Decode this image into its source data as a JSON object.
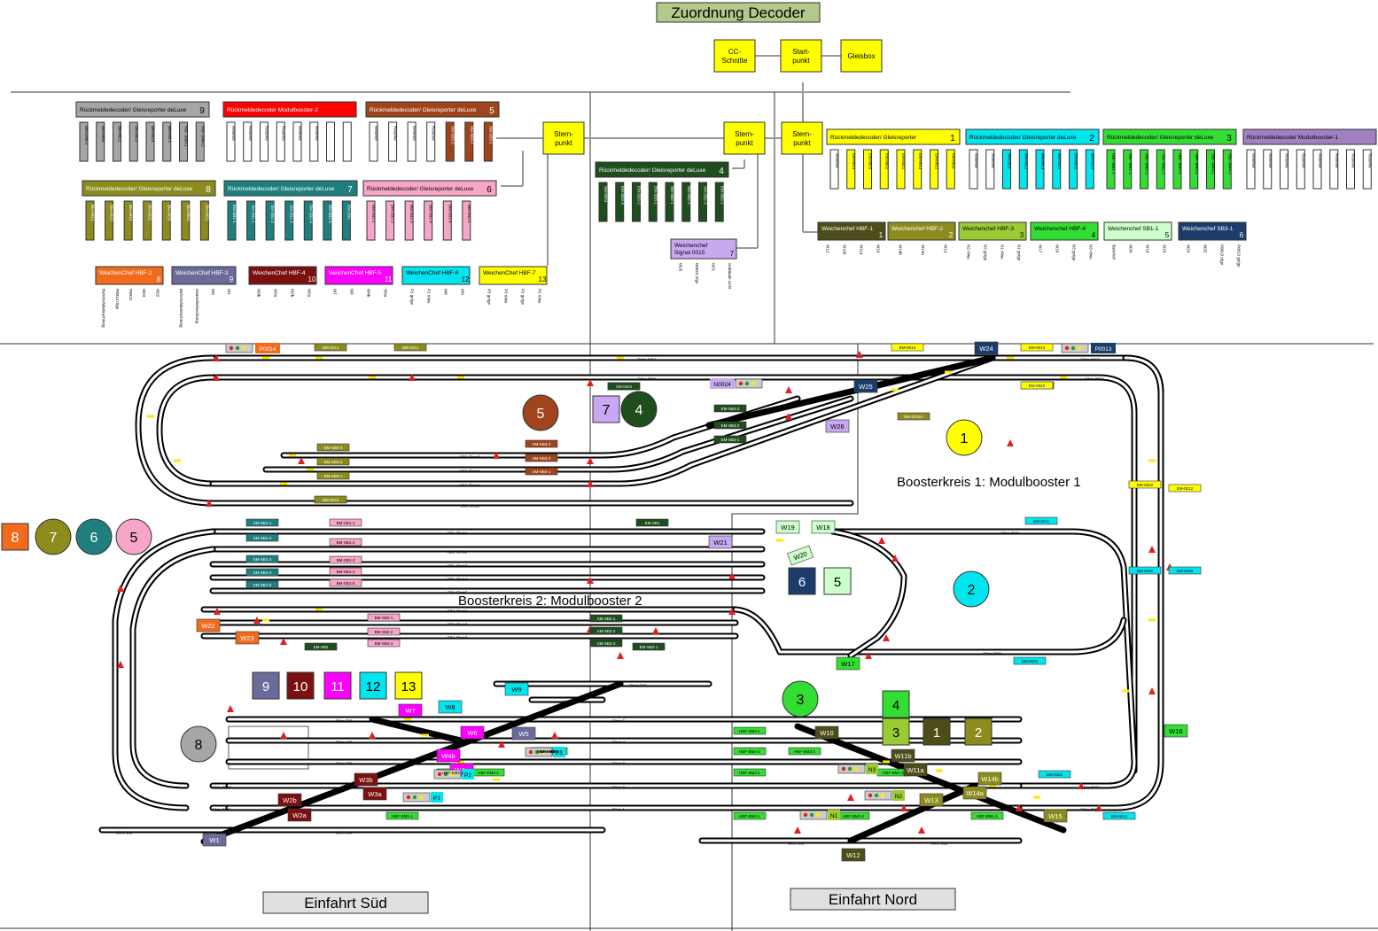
{
  "title": "Zuordnung Decoder",
  "colors": {
    "title_bg": "#b3c98a",
    "yellow": "#ffff00",
    "gray_dec": "#a6a6a6",
    "red_dec": "#ff0000",
    "brown_dec": "#a0451b",
    "olive_dec": "#8c8c1e",
    "teal_dec": "#1f7f7f",
    "pink_dec": "#f7a6c8",
    "dkgreen_dec": "#1e4d1e",
    "cyan_dec": "#00e5ee",
    "green_dec": "#33dd33",
    "purple_dec": "#a080c0",
    "lilac_dec": "#c8a8f0",
    "orange_dec": "#f26b1d",
    "slate_dec": "#6b6b9b",
    "maroon_dec": "#7b1010",
    "magenta_dec": "#ff00ff",
    "navy_dec": "#1a3d6b",
    "paleGreen_dec": "#ccffcc",
    "darkOlive_dec": "#4d4d1a",
    "lime_dec": "#99cc33"
  },
  "top_boxes": [
    {
      "id": "cc",
      "label": "CC-\nSchnitte"
    },
    {
      "id": "start",
      "label": "Start-\npunkt"
    },
    {
      "id": "gleisbox",
      "label": "Gleisbox"
    },
    {
      "id": "stern1",
      "label": "Stern-\npunkt"
    },
    {
      "id": "stern2",
      "label": "Stern-\npunkt"
    },
    {
      "id": "stern3",
      "label": "Stern-\npunkt"
    }
  ],
  "decoders": [
    {
      "id": "d9",
      "label": "Rückmeldedecoder/ Gleisreporter deLuxe",
      "num": "9",
      "color": "gray_dec",
      "pins": [
        "BM-EM0-1",
        "BM-0004",
        "BM-0012",
        "BM-0013",
        "BM-0014",
        "BM-EM-1",
        "HBF-BM0-1",
        "HBF-BM0-2"
      ]
    },
    {
      "id": "dmb2",
      "label": "Rückmeldedecoder Modulbooster-2",
      "num": "",
      "color": "red_dec",
      "pins": [
        "Reserve",
        "Reserve",
        "Reserve",
        "Reserve",
        "Reserve",
        "Reserve",
        "",
        ""
      ]
    },
    {
      "id": "d5",
      "label": "Rückmeldedecoder/ Gleisreporter deLuxe",
      "num": "5",
      "color": "brown_dec",
      "pins": [
        "Reserve",
        "Reserve",
        "Reserve",
        "Reserve",
        "SM-SB3-3",
        "SM-SB3-2",
        "SM-SB3-1"
      ]
    },
    {
      "id": "d8",
      "label": "Rückmeldedecoder/ Gleisreporter deLuxe",
      "num": "8",
      "color": "olive_dec",
      "pins": [
        "BM-0014",
        "BM-0013",
        "BM-0012",
        "BM-0022",
        "BM-0023",
        "BM-0024",
        "BM-0021"
      ]
    },
    {
      "id": "d7",
      "label": "Rückmeldedecoder/ Gleisreporter deLuxe",
      "num": "7",
      "color": "teal_dec",
      "pins": [
        "EM-SB1-1",
        "SM-SB1-1",
        "SM-SB1-2",
        "SM-SB1-3",
        "SM-SB1-4",
        "SM-SB1-5",
        "EM-SB2"
      ]
    },
    {
      "id": "d6",
      "label": "Rückmeldedecoder/ Gleisreporter deLuxe",
      "num": "6",
      "color": "pink_dec",
      "pins": [
        "BM-SB1-1",
        "BM-SB1-2",
        "BM-SB1-3",
        "BM-SB1-4",
        "BM-SB1-5",
        "BM-SB2-1"
      ]
    },
    {
      "id": "d4",
      "label": "Rückmeldedecoder/ Gleisreporter deLuxe",
      "num": "4",
      "color": "dkgreen_dec",
      "pins": [
        "SM-0024",
        "EM-SB3-3",
        "EM-SB3-2",
        "EM-SB3-1",
        "SM-SB2-1",
        "SM-SB2-2",
        "SM-SB2-3",
        "EM-SB2-1"
      ]
    },
    {
      "id": "d1",
      "label": "Rückmeldedecoder/ Gleisreporter",
      "num": "1",
      "color": "yellow",
      "pins": [
        "Reserve",
        "EM-0014",
        "EM-0023",
        "EM-0022",
        "EM-0021",
        "EM-0013",
        "EM-0012",
        "EM-0011"
      ]
    },
    {
      "id": "d2",
      "label": "Rückmeldedecoder/ Gleisreporter deLuxe",
      "num": "2",
      "color": "cyan_dec",
      "pins": [
        "Reserve",
        "Reserve",
        "BM-0011",
        "BM-0012",
        "BM-0013",
        "BM-0021",
        "BM-0022",
        "BM-0023"
      ]
    },
    {
      "id": "d3",
      "label": "Rückmeldedecoder/ Gleisreporter deLuxe",
      "num": "3",
      "color": "green_dec",
      "pins": [
        "HBF-BM1-1",
        "HBF-BM1-2",
        "HBF-BM2-1",
        "HBF-BM2-2",
        "HBF-BM3-1",
        "HBF-BM3-2",
        "HBF-BM4-1",
        "HBF-BM4-2"
      ]
    },
    {
      "id": "dmb1",
      "label": "Rückmeldedecoder Modulbooster-1",
      "num": "",
      "color": "purple_dec",
      "pins": [
        "Reserve",
        "Reserve",
        "Reserve",
        "Reserve",
        "Reserve",
        "Reserve",
        "Reserve",
        "Reserve"
      ]
    }
  ],
  "weichenchefs": [
    {
      "id": "wh2",
      "label": "WeichenChef HBF-2",
      "num": "8",
      "color": "orange_dec",
      "pins": [
        "Bahnhofsbeleuchtung",
        "P0014 rt/gn",
        "P0013",
        "W23",
        "W22"
      ]
    },
    {
      "id": "wh3",
      "label": "WeichenChef HBF-3",
      "num": "9",
      "color": "slate_dec",
      "pins": [
        "Bahnhofsbeleuchtung",
        "Häuserbeleuchtung",
        "W5",
        "W1"
      ]
    },
    {
      "id": "wh4",
      "label": "WeichenChef HBF-4",
      "num": "10",
      "color": "maroon_dec",
      "pins": [
        "W3b",
        "W3a",
        "W2b",
        "W2a"
      ]
    },
    {
      "id": "wh5",
      "label": "WeichenChef HBF-5",
      "num": "11",
      "color": "magenta_dec",
      "pins": [
        "W7",
        "W6",
        "W4b",
        "W4a"
      ]
    },
    {
      "id": "wh6",
      "label": "WeichenChef HBF-6",
      "num": "12",
      "color": "cyan_dec",
      "pins": [
        "P1 gn/ge",
        "P1 rt/ws",
        "W8",
        "W9"
      ]
    },
    {
      "id": "wh7",
      "label": "WeichenChef HBF-7",
      "num": "13",
      "color": "yellow",
      "pins": [
        "P3 gn/ge",
        "P3 rt/ws",
        "P2 gn/ge",
        "P2 rt/ws"
      ]
    },
    {
      "id": "ws",
      "label": "Weichenchef Signal 0015",
      "num": "7",
      "color": "lilac_dec",
      "pins": [
        "W26",
        "N0024 rt/gn",
        "W21",
        "Gebäude Licht"
      ]
    },
    {
      "id": "wch1",
      "label": "Weichenchef HBF-1",
      "num": "1",
      "color": "darkOlive_dec",
      "pins": [
        "W12",
        "W11b",
        "W11a",
        "W10"
      ]
    },
    {
      "id": "wch2",
      "label": "Weichenchef HBF-2",
      "num": "2",
      "color": "olive_dec",
      "pins": [
        "W14b",
        "W14a",
        "W13"
      ]
    },
    {
      "id": "wch3",
      "label": "Weichenchef HBF-3",
      "num": "3",
      "color": "lime_dec",
      "pins": [
        "N2 rt/ws",
        "N2 gn/ge",
        "N1 rt/ws",
        "N1 gn/ge"
      ]
    },
    {
      "id": "wch4",
      "label": "Weichenchef HBF-4",
      "num": "4",
      "color": "green_dec",
      "pins": [
        "W17",
        "W16",
        "N3 gn/ge",
        "N3 rt/ws"
      ]
    },
    {
      "id": "wsb1",
      "label": "Weichenchef SB1-1",
      "num": "5",
      "color": "paleGreen_dec",
      "pins": [
        "Bahnhof",
        "W20",
        "W19",
        "W18"
      ]
    },
    {
      "id": "wsb3",
      "label": "Weichenchef SB3-1",
      "num": "6",
      "color": "navy_dec",
      "pins": [
        "W24",
        "W25",
        "P0013 rt/gn",
        "P0013 gn/ge"
      ]
    }
  ],
  "circles": [
    {
      "label": "8",
      "color": "orange_dec",
      "shape": "square"
    },
    {
      "label": "7",
      "color": "olive_dec"
    },
    {
      "label": "6",
      "color": "teal_dec"
    },
    {
      "label": "5",
      "color": "pink_dec"
    },
    {
      "label": "5",
      "color": "brown_dec"
    },
    {
      "label": "7",
      "color": "lilac_dec",
      "shape": "square"
    },
    {
      "label": "4",
      "color": "dkgreen_dec"
    },
    {
      "label": "1",
      "color": "yellow"
    },
    {
      "label": "2",
      "color": "cyan_dec"
    },
    {
      "label": "3",
      "color": "green_dec"
    },
    {
      "label": "8",
      "color": "gray_dec"
    }
  ],
  "squares": [
    {
      "label": "9",
      "color": "slate_dec"
    },
    {
      "label": "10",
      "color": "maroon_dec"
    },
    {
      "label": "11",
      "color": "magenta_dec"
    },
    {
      "label": "12",
      "color": "cyan_dec"
    },
    {
      "label": "13",
      "color": "yellow"
    },
    {
      "label": "6",
      "color": "navy_dec"
    },
    {
      "label": "5",
      "color": "paleGreen_dec"
    },
    {
      "label": "4",
      "color": "green_dec"
    },
    {
      "label": "3",
      "color": "lime_dec"
    },
    {
      "label": "1",
      "color": "darkOlive_dec"
    },
    {
      "label": "2",
      "color": "olive_dec"
    }
  ],
  "booster_labels": [
    "Boosterkreis 1: Modulbooster 1",
    "Boosterkreis 2: Modulbooster 2"
  ],
  "entries": [
    "Einfahrt Süd",
    "Einfahrt Nord"
  ],
  "switches": [
    {
      "label": "W24",
      "color": "navy_dec"
    },
    {
      "label": "W25",
      "color": "navy_dec"
    },
    {
      "label": "W26",
      "color": "lilac_dec"
    },
    {
      "label": "W19",
      "color": "paleGreen_dec"
    },
    {
      "label": "W18",
      "color": "paleGreen_dec"
    },
    {
      "label": "W20",
      "color": "paleGreen_dec"
    },
    {
      "label": "W21",
      "color": "lilac_dec"
    },
    {
      "label": "W22",
      "color": "orange_dec"
    },
    {
      "label": "W23",
      "color": "orange_dec"
    },
    {
      "label": "W17",
      "color": "green_dec"
    },
    {
      "label": "W16",
      "color": "green_dec"
    },
    {
      "label": "W9",
      "color": "cyan_dec"
    },
    {
      "label": "W8",
      "color": "cyan_dec"
    },
    {
      "label": "W7",
      "color": "magenta_dec"
    },
    {
      "label": "W6",
      "color": "magenta_dec"
    },
    {
      "label": "W5",
      "color": "slate_dec"
    },
    {
      "label": "W4b",
      "color": "magenta_dec"
    },
    {
      "label": "W4a",
      "color": "magenta_dec"
    },
    {
      "label": "W3b",
      "color": "maroon_dec"
    },
    {
      "label": "W3a",
      "color": "maroon_dec"
    },
    {
      "label": "W2b",
      "color": "maroon_dec"
    },
    {
      "label": "W2a",
      "color": "maroon_dec"
    },
    {
      "label": "W1",
      "color": "slate_dec"
    },
    {
      "label": "W10",
      "color": "darkOlive_dec"
    },
    {
      "label": "W11b",
      "color": "darkOlive_dec"
    },
    {
      "label": "W11a",
      "color": "darkOlive_dec"
    },
    {
      "label": "W12",
      "color": "darkOlive_dec"
    },
    {
      "label": "W13",
      "color": "olive_dec"
    },
    {
      "label": "W14a",
      "color": "olive_dec"
    },
    {
      "label": "W14b",
      "color": "olive_dec"
    },
    {
      "label": "W15",
      "color": "olive_dec"
    }
  ],
  "signals": [
    "P0014",
    "P0013",
    "N0024",
    "P1",
    "P2",
    "P3",
    "N1",
    "N2",
    "N3"
  ],
  "tracks": [
    "Gleis 0014",
    "Gleis 0024",
    "SB3-Gleis3",
    "SB3-Gleis2",
    "SB3-Gleis1",
    "Gleis 0015",
    "Gleis 0013",
    "Gleis 0023",
    "SB1-Gleis1",
    "SB1-Gleis2",
    "SB1-Gleis3",
    "SB1-Gleis4",
    "SB1-Gleis5",
    "SB2-Gleis1",
    "SB2-Gleis2",
    "SB2-Gleis3",
    "Gleis 0011",
    "Gleis 0021",
    "Gleis 502",
    "Gleis 501",
    "Gleis 500",
    "Gleis 400",
    "Gleis 300",
    "Gleis 5",
    "Gleis 4",
    "Gleis 3",
    "Gleis 2",
    "Gleis 1",
    "Gleis 0022",
    "Gleis 0012",
    "Gleis 105",
    "Gleis 104",
    "Gleis 101",
    "Gleis 102",
    "Gleis 0020",
    "Gleis 0010"
  ],
  "occupancy": [
    "BM-0014",
    "BM-0014",
    "EM-0014",
    "EM-0024",
    "SM-0024",
    "BM-0015",
    "SM-SB3-3",
    "SM-SB3-2",
    "SM-SB3-1",
    "BM-SB3-3",
    "BM-SB3-2",
    "BM-SB3-1",
    "EM-SB3-3",
    "EM-SB3-2",
    "EM-SB3-1",
    "EM-0013",
    "BM-0013",
    "EM-0023",
    "BM-0014A",
    "EM-SB1",
    "SM-SB1-1",
    "SM-SB1-2",
    "SM-SB1-3",
    "SM-SB1-4",
    "SM-SB1-5",
    "BM-SB1-1",
    "BM-SB1-2",
    "BM-SB1-3",
    "BM-SB1-4",
    "BM-SB1-5",
    "BM-SB2-1",
    "BM-SB2-2",
    "BM-SB2-3",
    "EM-SB2",
    "SM-SB2-1",
    "SM-SB2-2",
    "SM-SB2-3",
    "EM-SB2-1",
    "BM-0011",
    "BM-0021",
    "BM-0022",
    "BM-0012",
    "EM-0022",
    "EM-0012",
    "BM-0020",
    "BM-0010",
    "HBF-BM4-1",
    "HBF-BM4-2",
    "HBF-BM3-1",
    "HBF-BM3-2",
    "HBF-BM2-1",
    "HBF-BM2-2",
    "HBF-BM1-1",
    "HBF-BM1-2",
    "HBF-EM1-1",
    "HBF-EM2-1",
    "HBF-EM3-1",
    "HBF-EM1-2",
    "HBF-EM2-2",
    "HBF-EM3-2",
    "HBF-EM4-1",
    "HBF-EM5-1"
  ]
}
